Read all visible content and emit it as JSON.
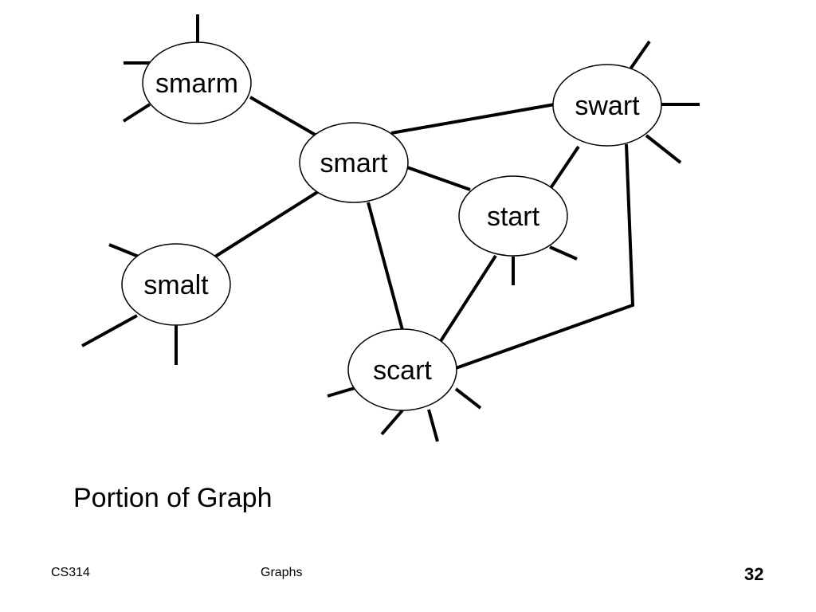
{
  "graph": {
    "nodes": [
      {
        "id": "smarm",
        "label": "smarm"
      },
      {
        "id": "smart",
        "label": "smart"
      },
      {
        "id": "swart",
        "label": "swart"
      },
      {
        "id": "start",
        "label": "start"
      },
      {
        "id": "smalt",
        "label": "smalt"
      },
      {
        "id": "scart",
        "label": "scart"
      }
    ],
    "edges": [
      [
        "smarm",
        "smart"
      ],
      [
        "smart",
        "swart"
      ],
      [
        "smart",
        "start"
      ],
      [
        "smart",
        "smalt"
      ],
      [
        "smart",
        "scart"
      ],
      [
        "swart",
        "start"
      ],
      [
        "swart",
        "scart"
      ],
      [
        "start",
        "scart"
      ]
    ]
  },
  "caption": "Portion of Graph",
  "footer": {
    "course": "CS314",
    "topic": "Graphs",
    "page": "32"
  }
}
